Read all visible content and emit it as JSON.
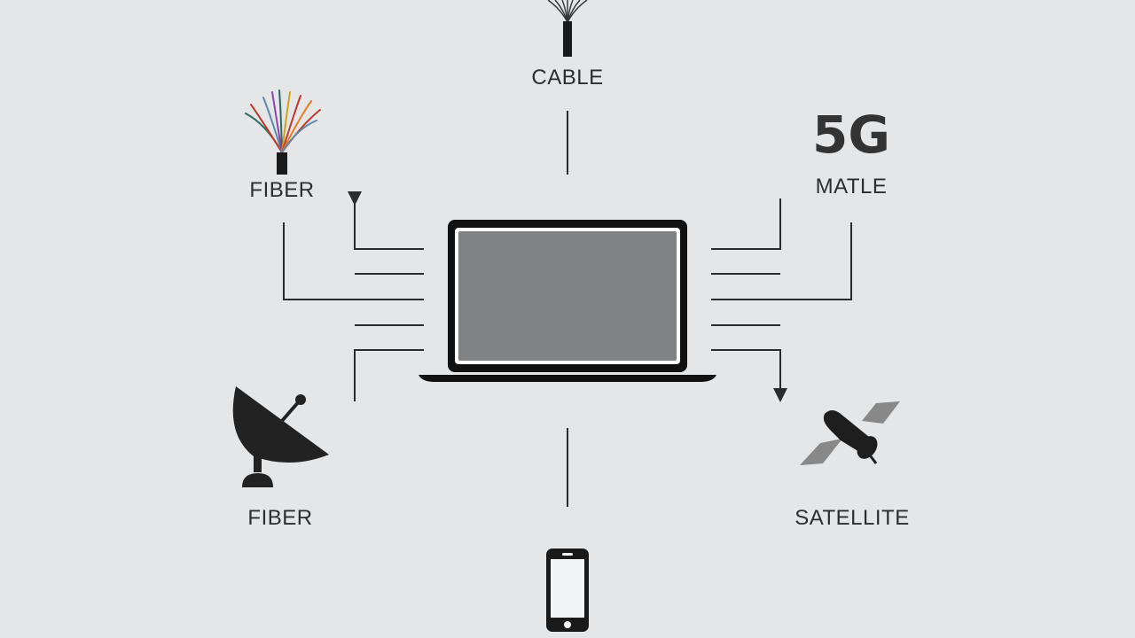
{
  "diagram": {
    "center": {
      "name": "Laptop",
      "screen_color": "#808283",
      "frame_color": "#111111"
    },
    "nodes": [
      {
        "id": "cable",
        "label": "CABLE",
        "icon": "cable-bundle-icon",
        "position": "top"
      },
      {
        "id": "fiber-top",
        "label": "FIBER",
        "icon": "fiber-optic-bundle-icon",
        "position": "top-left"
      },
      {
        "id": "5g",
        "label": "MATLE",
        "badge": "5G",
        "icon": "5g-text-icon",
        "position": "top-right"
      },
      {
        "id": "fiber-bottom",
        "label": "FIBER",
        "icon": "satellite-dish-icon",
        "position": "bottom-left"
      },
      {
        "id": "satellite",
        "label": "SATELLITE",
        "icon": "satellite-icon",
        "position": "bottom-right"
      },
      {
        "id": "mobile",
        "label": "",
        "icon": "smartphone-icon",
        "position": "bottom"
      }
    ],
    "colors": {
      "background": "#e4e6e8",
      "line": "#2b2b2b",
      "text": "#2d2d2d"
    }
  }
}
